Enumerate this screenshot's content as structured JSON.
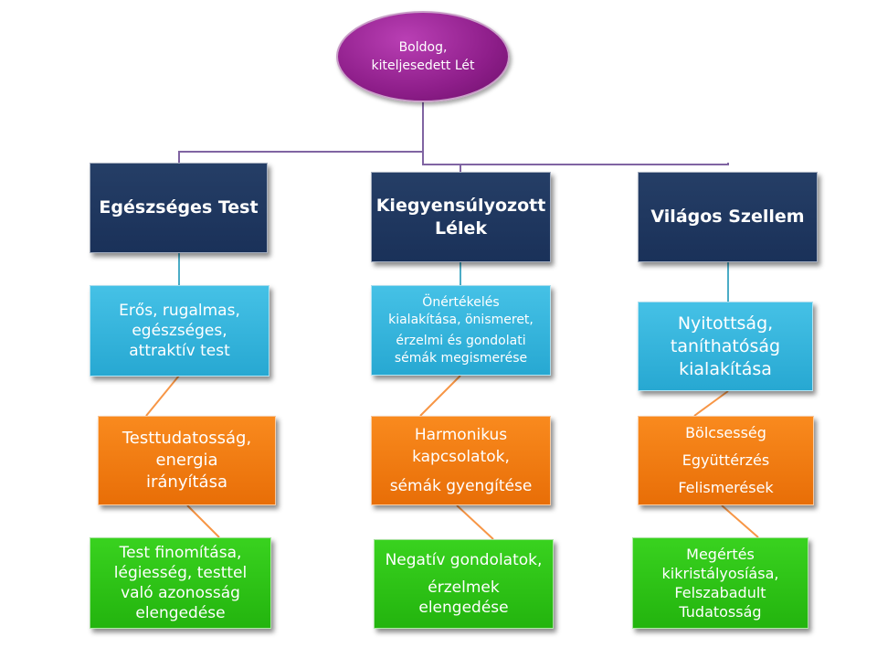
{
  "root": {
    "line1": "Boldog,",
    "line2": "kiteljesedett Lét"
  },
  "columns": [
    {
      "header": [
        "Egészséges Test"
      ],
      "level1": [
        "Erős, rugalmas,",
        "egészséges,",
        "attraktív test"
      ],
      "level2": [
        "Testtudatosság,",
        "energia",
        "irányítása"
      ],
      "level3": [
        "Test finomítása,",
        "légiesség, testtel",
        "való azonosság",
        "elengedése"
      ]
    },
    {
      "header": [
        "Kiegyensúlyozott",
        "Lélek"
      ],
      "level1": [
        "Önértékelés",
        "kialakítása, önismeret,",
        "érzelmi és gondolati",
        "sémák megismerése"
      ],
      "level2": [
        "Harmonikus",
        "kapcsolatok,",
        "sémák gyengítése"
      ],
      "level3": [
        "Negatív gondolatok,",
        "érzelmek",
        "elengedése"
      ]
    },
    {
      "header": [
        "Világos Szellem"
      ],
      "level1": [
        "Nyitottság,",
        "taníthatóság",
        "kialakítása"
      ],
      "level2": [
        "Bölcsesség",
        "Együttérzés",
        "Felismerések"
      ],
      "level3": [
        "Megértés",
        "kikristályosíása,",
        "Felszabadult",
        "Tudatosság"
      ]
    }
  ],
  "colors": {
    "root": "#8e1e8a",
    "header": "#1f3864",
    "level1": "#31b4dc",
    "level2": "#f47b0f",
    "level3": "#2ec21a",
    "connector_purple": "#8064a2",
    "connector_teal": "#4bacc6",
    "connector_orange": "#f79646"
  }
}
